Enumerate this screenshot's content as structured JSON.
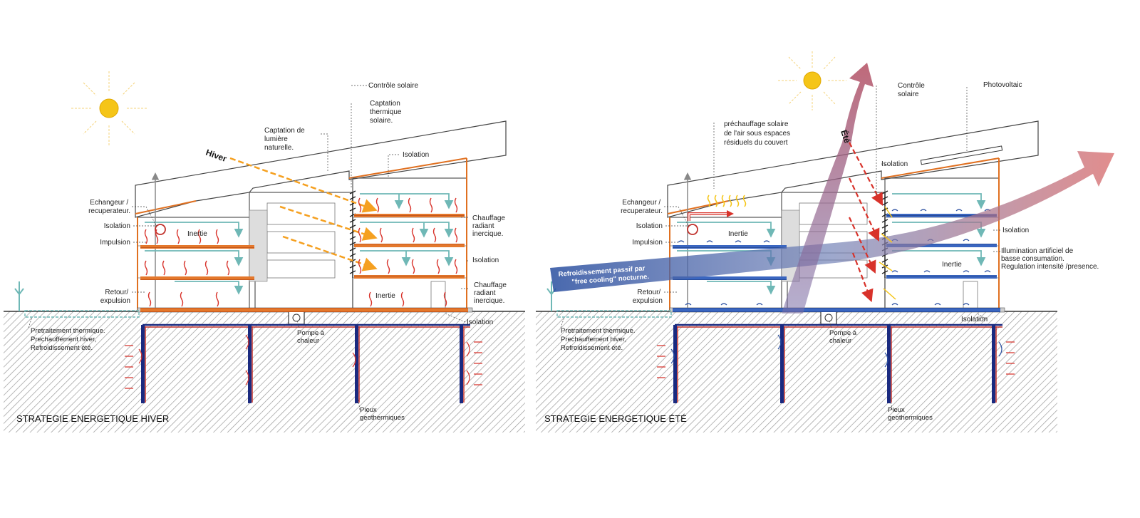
{
  "panels": [
    {
      "id": "winter",
      "title": "STRATEGIE ENERGETIQUE HIVER",
      "season_label": "Hiver",
      "labels": {
        "controle_solaire": "Contrôle solaire",
        "captation_thermique": [
          "Captation",
          "thermique",
          "solaire."
        ],
        "captation_lumiere": [
          "Captation de",
          "lumière",
          "naturelle."
        ],
        "isolation_roof": "Isolation",
        "echangeur": [
          "Echangeur /",
          "recuperateur."
        ],
        "isolation_left": "Isolation",
        "inertie_top": "Inertie",
        "impulsion": "Impulsion",
        "chauffage1": [
          "Chauffage",
          "radiant",
          "inercique."
        ],
        "isolation_right": "Isolation",
        "retour": [
          "Retour/",
          "expulsion"
        ],
        "inertie_bottom": "Inertie",
        "chauffage2": [
          "Chauffage",
          "radiant",
          "inercique."
        ],
        "isolation_ground": "Isolation",
        "pretraitement": [
          "Pretraitement thermique.",
          "Prechauffement hiver,",
          "Refroidissement été."
        ],
        "pompe": [
          "Pompe à",
          "chaleur"
        ],
        "pieux": [
          "Pieux",
          "geothermiques"
        ]
      }
    },
    {
      "id": "summer",
      "title": "STRATEGIE ENERGETIQUE ÉTÉ",
      "season_label": "Été",
      "labels": {
        "controle_solaire": [
          "Contrôle",
          "solaire"
        ],
        "photovoltaic": "Photovoltaic",
        "prechauffage": [
          "préchauffage solaire",
          "de l'air sous espaces",
          "résiduels du couvert"
        ],
        "isolation_roof": "Isolation",
        "echangeur": [
          "Echangeur /",
          "recuperateur."
        ],
        "isolation_left": "Isolation",
        "inertie_top": "Inertie",
        "impulsion": "Impulsion",
        "isolation_right": "Isolation",
        "illumination": [
          "Illumination artificiel de",
          "basse consumation.",
          "Regulation intensité /presence."
        ],
        "inertie_mid": "Inertie",
        "refroidissement": [
          "Refroidissement passif par",
          "\"free cooling\" nocturne."
        ],
        "retour": [
          "Retour/",
          "expulsion"
        ],
        "isolation_ground": "Isolation",
        "pretraitement": [
          "Pretraitement thermique.",
          "Prechauffement hiver,",
          "Refroidissement été."
        ],
        "pompe": [
          "Pompe à",
          "chaleur"
        ],
        "pieux": [
          "Pieux",
          "geothermiques"
        ]
      }
    }
  ],
  "colors": {
    "sun": "#f5c518",
    "heat_red": "#d8322a",
    "air_cyan": "#6fb8b6",
    "orange_arrow": "#f5a020",
    "cool_blue": "#2a4fa0",
    "warm_flow": "#c65a6a",
    "ground_hatch": "#888888"
  }
}
